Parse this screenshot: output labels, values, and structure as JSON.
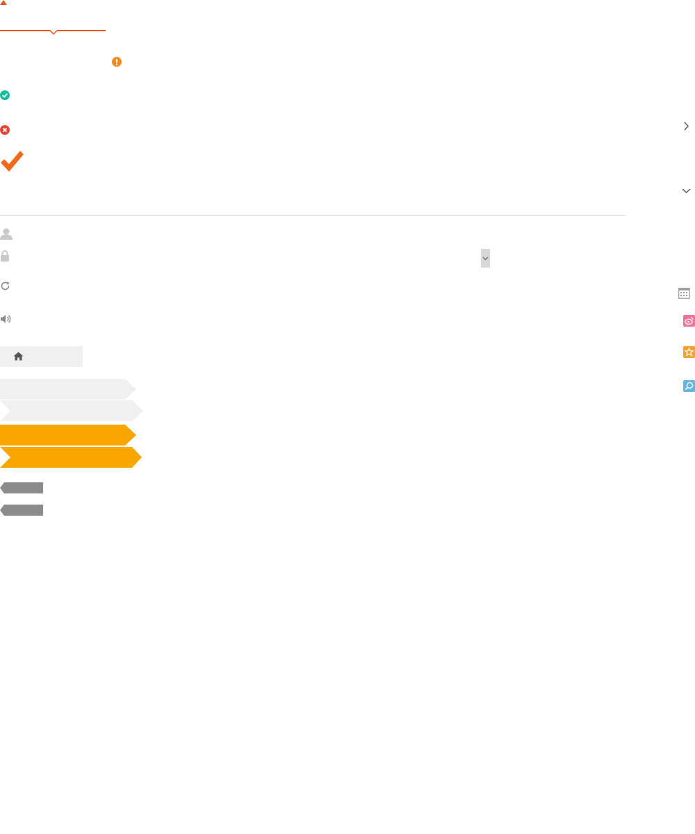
{
  "colors": {
    "accent": "#e8541c",
    "warning": "#f08a1e",
    "success": "#1bbc9b",
    "error": "#e5463a",
    "checkmark": "#ef6b1a",
    "step_active": "#f9a700",
    "step_inactive": "#f0f0f0",
    "tag": "#8c8c8c",
    "weibo": "#f2729b",
    "favorite": "#f5a233",
    "search_app": "#66b7e0"
  },
  "tab": {
    "active_label": ""
  },
  "status_icons": [
    "warning-icon",
    "success-icon",
    "error-icon",
    "big-checkmark-icon"
  ],
  "form_icons": [
    "user-icon",
    "lock-icon",
    "refresh-icon",
    "speaker-icon"
  ],
  "breadcrumb": {
    "home_icon": "home-icon"
  },
  "steps": [
    {
      "state": "inactive",
      "shape": "first"
    },
    {
      "state": "inactive",
      "shape": "middle"
    },
    {
      "state": "active",
      "shape": "first"
    },
    {
      "state": "active",
      "shape": "middle"
    }
  ],
  "tags": [
    {
      "label": ""
    },
    {
      "label": ""
    }
  ],
  "right_icons": [
    "chevron-right-icon",
    "chevron-down-icon",
    "calendar-icon",
    "weibo-icon",
    "star-icon",
    "search-icon"
  ]
}
